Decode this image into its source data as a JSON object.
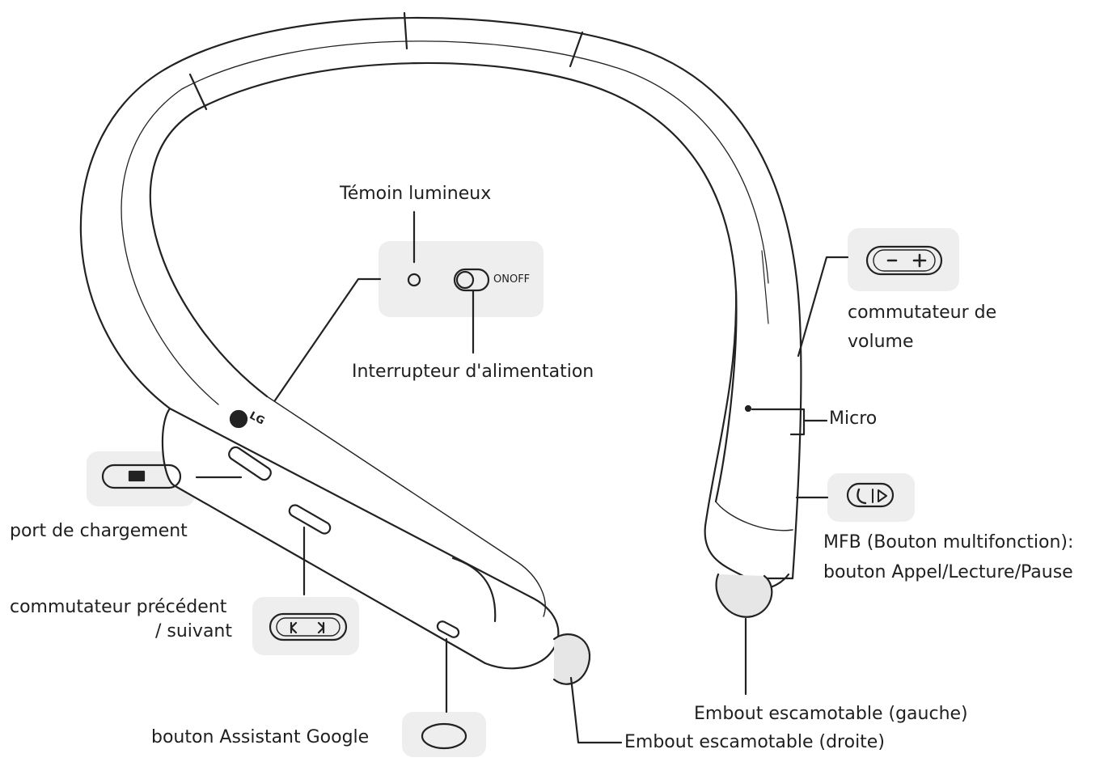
{
  "labels": {
    "indicator": "Témoin lumineux",
    "power_switch": "Interrupteur d'alimentation",
    "on_off": "ONOFF",
    "volume_line1": "commutateur de",
    "volume_line2": "volume",
    "mic": "Micro",
    "mfb_line1": "MFB (Bouton multifonction):",
    "mfb_line2": "bouton Appel/Lecture/Pause",
    "charging_port": "port de chargement",
    "prev_next_line1": "commutateur précédent",
    "prev_next_line2": "/ suivant",
    "google_assistant": "bouton Assistant Google",
    "earbud_left": "Embout escamotable (gauche)",
    "earbud_right": "Embout escamotable (droite)"
  },
  "logo_text": "LG",
  "colors": {
    "line": "#222222",
    "inset_bg": "#eeeeee",
    "body_fill": "#ffffff",
    "tip_fill": "#e6e6e6"
  }
}
